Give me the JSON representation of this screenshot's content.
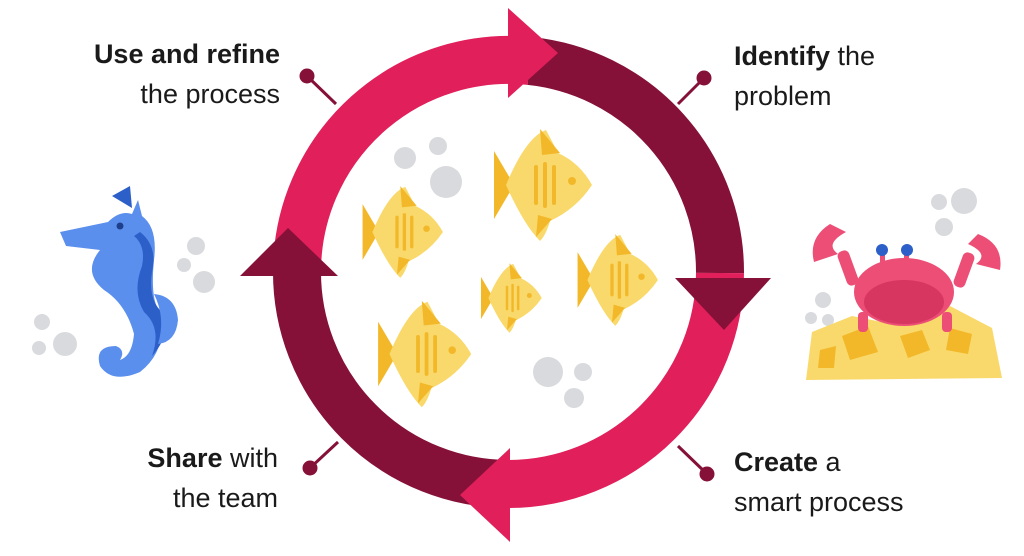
{
  "cycle": {
    "steps": [
      {
        "bold": "Identify",
        "rest1": " the",
        "line2": "problem"
      },
      {
        "bold": "Create",
        "rest1": " a",
        "line2": "smart process"
      },
      {
        "bold": "Share",
        "rest1": " with",
        "line2": "the team"
      },
      {
        "bold": "Use and refine",
        "rest1": "",
        "line2": "the process"
      }
    ]
  },
  "colors": {
    "arc_pink": "#e01f5b",
    "arc_dark": "#861138",
    "fish_yellow": "#f9d96b",
    "fish_fin": "#f2b829",
    "seahorse_blue": "#5b8fee",
    "crab_pink": "#ec4e76",
    "sand": "#f9d96b",
    "bubble": "#d8dadd"
  },
  "icons": [
    "seahorse-icon",
    "fish-icon",
    "crab-icon",
    "bubble-icon"
  ]
}
